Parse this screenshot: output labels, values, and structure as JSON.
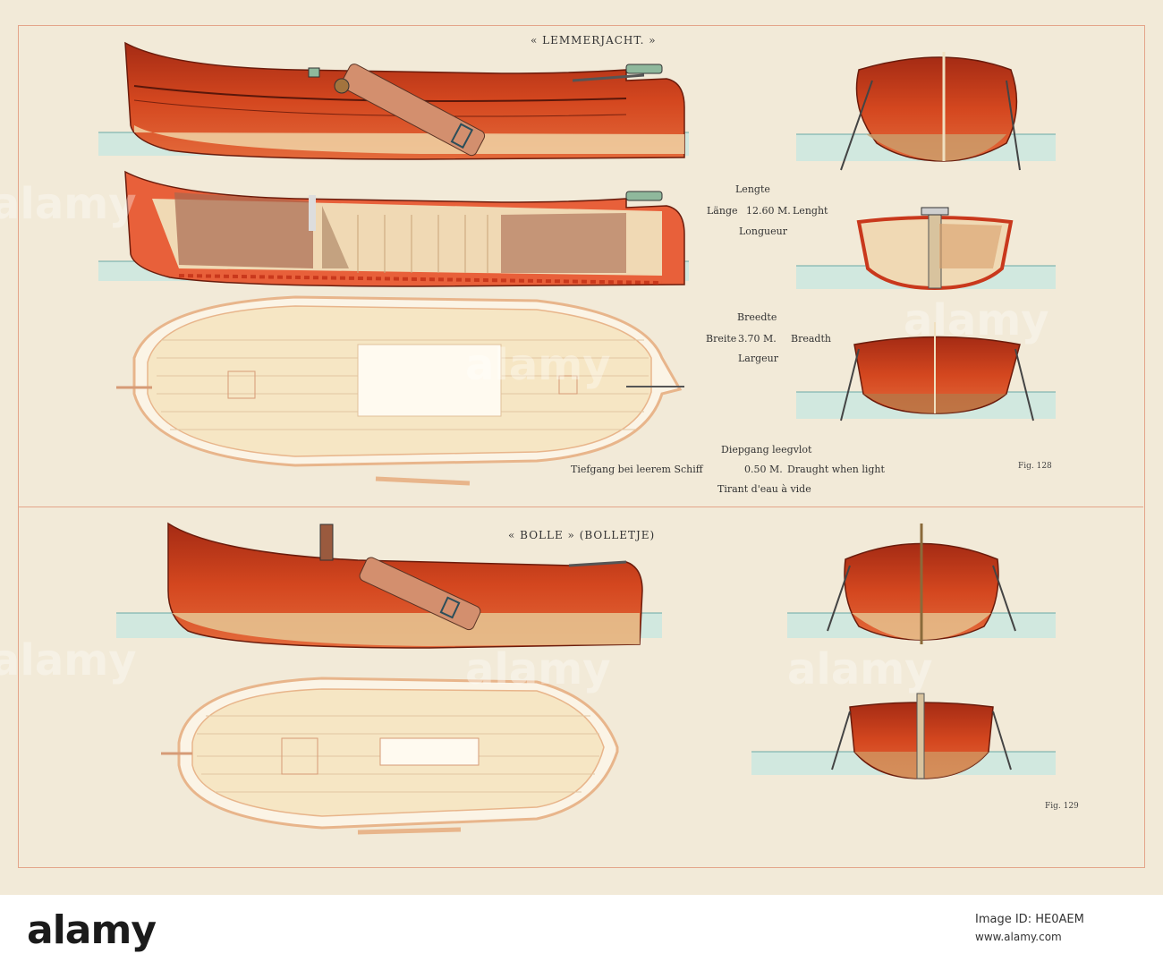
{
  "plate": {
    "title_top": "« LEMMERJACHT. »",
    "title_bottom": "« BOLLE » (BOLLETJE)",
    "length": {
      "nl": "Lengte",
      "de": "Länge",
      "value": "12.60 M.",
      "en": "Lenght",
      "fr": "Longueur"
    },
    "breadth": {
      "nl": "Breedte",
      "de": "Breite",
      "value": "3.70 M.",
      "en": "Breadth",
      "fr": "Largeur"
    },
    "draught": {
      "nl": "Diepgang leegvlot",
      "de": "Tiefgang bei leerem Schiff",
      "value": "0.50 M.",
      "en": "Draught when light",
      "fr": "Tirant d'eau à vide"
    },
    "fig_top": "Fig. 128",
    "fig_bottom": "Fig. 129"
  },
  "watermark": "alamy",
  "footer": {
    "logo": "alamy",
    "image_id": "Image ID: HE0AEM",
    "url": "www.alamy.com"
  },
  "colors": {
    "hull": "#c9381c",
    "water": "#bfe3dd",
    "paper": "#f2ead8",
    "deck": "#f2d3a3"
  }
}
